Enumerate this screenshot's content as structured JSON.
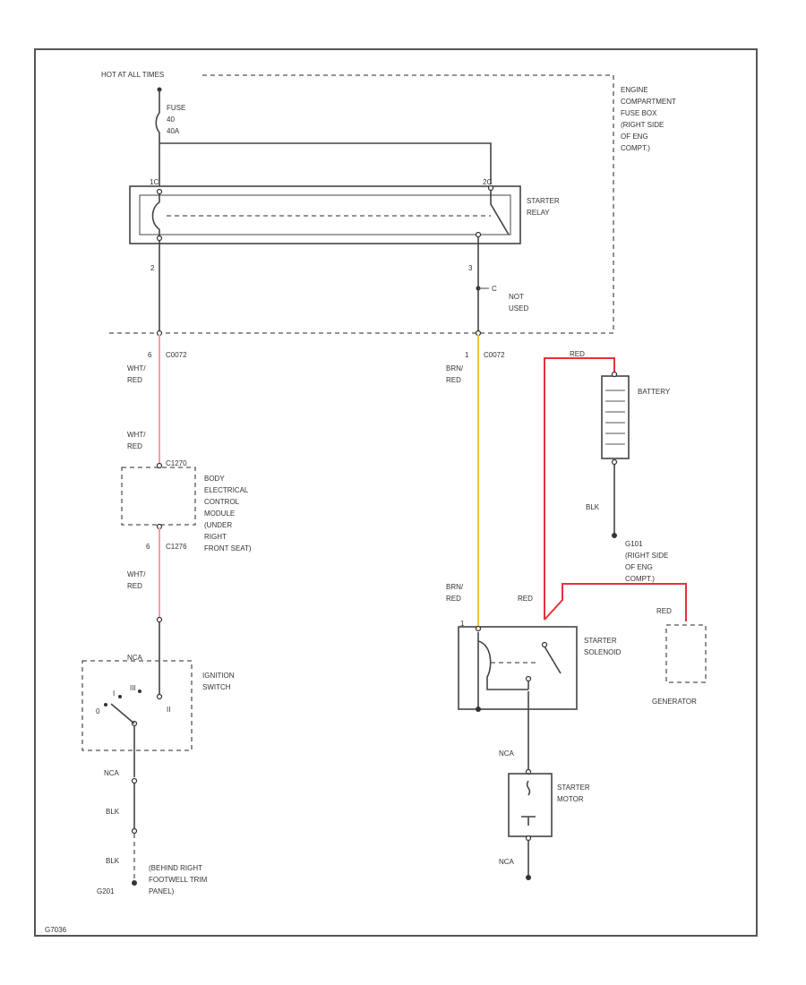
{
  "header_label": "HOT AT ALL TIMES",
  "engine_fuse_box": {
    "lines": [
      "ENGINE",
      "COMPARTMENT",
      "FUSE BOX",
      "(RIGHT SIDE",
      "OF ENG",
      "COMPT.)"
    ],
    "fuse": [
      "FUSE",
      "40",
      "40A"
    ]
  },
  "starter_relay": {
    "lines": [
      "STARTER",
      "RELAY"
    ],
    "pins": [
      "1C",
      "2C",
      "2",
      "3"
    ],
    "not_used": [
      "NOT",
      "USED"
    ],
    "pin_c": "C"
  },
  "wires": {
    "left_top": {
      "pin": "6",
      "connector": "C0072",
      "color": [
        "WHT/",
        "RED"
      ]
    },
    "left_mid": {
      "color": [
        "WHT/",
        "RED"
      ],
      "connector": "C1270"
    },
    "left_low": {
      "pin": "6",
      "connector": "C1276",
      "color": [
        "WHT/",
        "RED"
      ]
    },
    "right_top": {
      "pin": "1",
      "connector": "C0072",
      "color": [
        "BRN/",
        "RED"
      ]
    },
    "right_low": {
      "color": [
        "BRN/",
        "RED"
      ]
    },
    "battery_top": "RED",
    "battery_bottom": "BLK",
    "solenoid_red": "RED",
    "generator_red": "RED",
    "motor_top": "NCA",
    "motor_bottom": "NCA",
    "switch_bottom": "NCA",
    "ground_blk1": "BLK",
    "ground_blk2": "BLK"
  },
  "body_module": {
    "lines": [
      "BODY",
      "ELECTRICAL",
      "CONTROL",
      "MODULE",
      "(UNDER",
      "RIGHT",
      "FRONT SEAT)"
    ]
  },
  "ignition_switch": {
    "lines": [
      "IGNITION",
      "SWITCH"
    ],
    "top_wire": "NCA",
    "positions": [
      "0",
      "I",
      "III",
      "II"
    ]
  },
  "battery": {
    "label": "BATTERY"
  },
  "ground_g101": {
    "lines": [
      "G101",
      "(RIGHT SIDE",
      "OF ENG",
      "COMPT.)"
    ]
  },
  "ground_g201": {
    "id": "G201",
    "lines": [
      "(BEHIND RIGHT",
      "FOOTWELL TRIM",
      "PANEL)"
    ]
  },
  "starter_solenoid": {
    "lines": [
      "STARTER",
      "SOLENOID"
    ],
    "pin": "1"
  },
  "generator": {
    "label": "GENERATOR"
  },
  "starter_motor": {
    "lines": [
      "STARTER",
      "MOTOR"
    ]
  },
  "footer_code": "G7036",
  "colors": {
    "frame": "#555555",
    "wire": "#444444",
    "red_wire": "#e8303a",
    "pink_wire": "#f3a0a8",
    "yellow_wire": "#f0c040"
  }
}
